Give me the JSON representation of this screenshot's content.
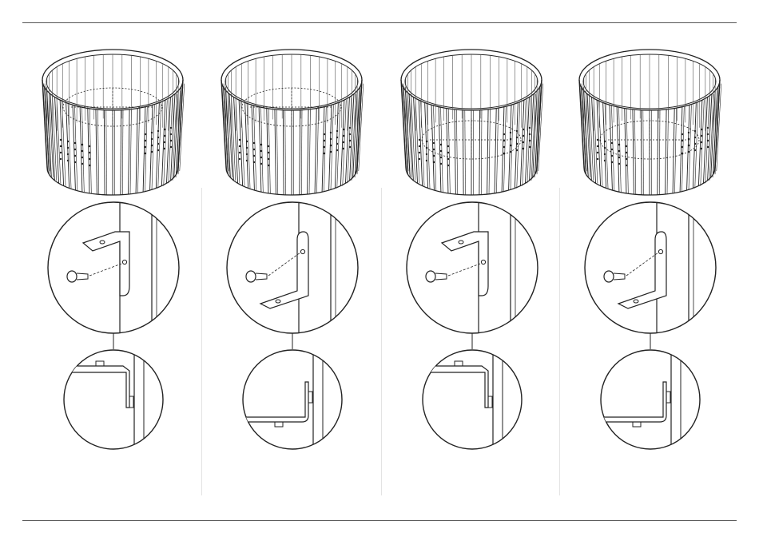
{
  "document": {
    "type": "assembly-instructions",
    "steps": [
      {
        "index": 1,
        "bracket_orientation": "up",
        "bed_height": "high"
      },
      {
        "index": 2,
        "bracket_orientation": "down",
        "bed_height": "high"
      },
      {
        "index": 3,
        "bracket_orientation": "up",
        "bed_height": "low"
      },
      {
        "index": 4,
        "bracket_orientation": "down",
        "bed_height": "low"
      }
    ],
    "colors": {
      "line": "#222222",
      "rule": "#555555",
      "divider": "#e3e3e3",
      "paper": "#ffffff"
    }
  }
}
